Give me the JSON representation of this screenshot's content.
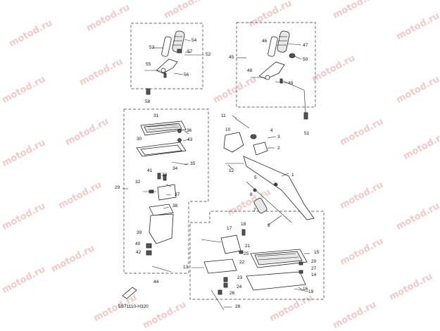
{
  "watermark": "motod.ru",
  "diagram_code": "5S71110-H320",
  "callouts": [
    "1",
    "2",
    "3",
    "4",
    "5",
    "6",
    "7",
    "8",
    "9",
    "10",
    "11",
    "12",
    "13",
    "14",
    "15",
    "16",
    "17",
    "18",
    "19",
    "20",
    "21",
    "22",
    "23",
    "24",
    "25",
    "26",
    "27",
    "28",
    "29",
    "30",
    "31",
    "32",
    "33",
    "34",
    "35",
    "36",
    "37",
    "38",
    "39",
    "40",
    "41",
    "42",
    "43",
    "44",
    "45",
    "46",
    "47",
    "48",
    "49",
    "50",
    "51",
    "52",
    "53",
    "54",
    "55",
    "56",
    "57",
    "58"
  ]
}
